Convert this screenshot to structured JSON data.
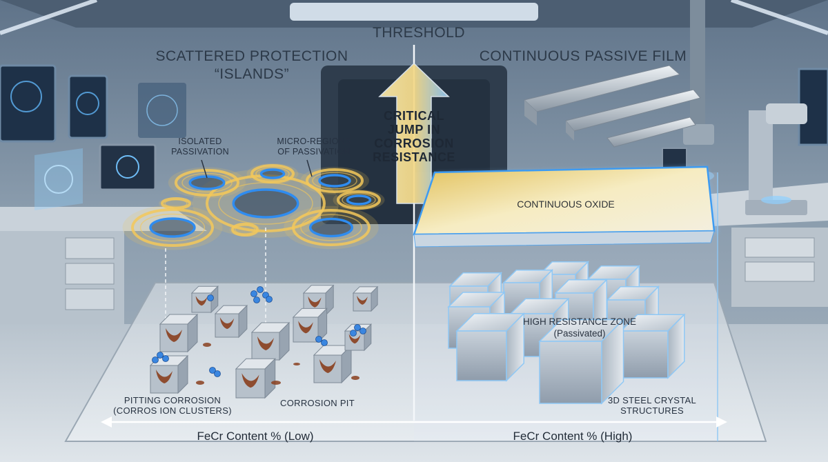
{
  "threshold_label": "THRESHOLD",
  "left": {
    "heading_line1": "SCATTERED PROTECTION",
    "heading_line2": "“ISLANDS”",
    "isolated_line1": "ISOLATED",
    "isolated_line2": "PASSIVATION",
    "micro_line1": "MICRO-REGIONS",
    "micro_line2": "OF PASSIVATION",
    "pitting_line1": "PITTING CORROSION",
    "pitting_line2": "(CORROS ION CLUSTERS)",
    "pit_label": "CORROSION PIT",
    "axis_label": "FeCr Content % (Low)"
  },
  "center": {
    "jump_line1": "CRITICAL",
    "jump_line2": "JUMP IN",
    "jump_line3": "CORROSION",
    "jump_line4": "RESISTANCE"
  },
  "right": {
    "heading": "CONTINUOUS PASSIVE FILM",
    "oxide_label": "CONTINUOUS OXIDE",
    "zone_line1": "HIGH RESISTANCE ZONE",
    "zone_line2": "(Passivated)",
    "crystal_line1": "3D STEEL CRYSTAL",
    "crystal_line2": "STRUCTURES",
    "axis_label": "FeCr Content % (High)"
  },
  "colors": {
    "glow_gold": "#f3c85a",
    "glow_blue": "#2f8cf0",
    "rust": "#8a3f1e",
    "steel": "#b9c4cf",
    "film_gold": "#e8c96a"
  }
}
